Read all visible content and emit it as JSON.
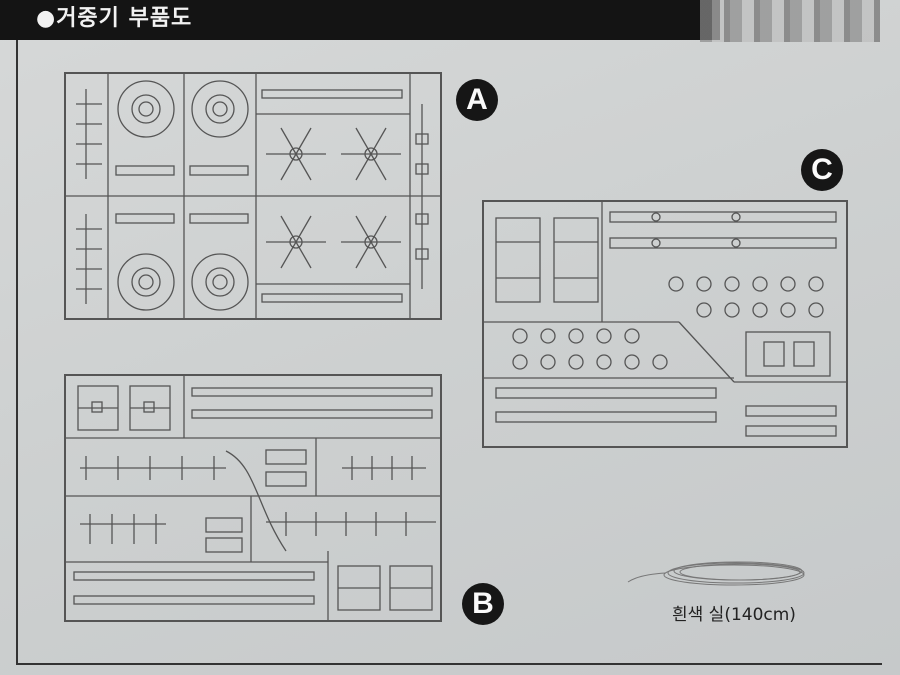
{
  "header": {
    "title": "●거중기 부품도"
  },
  "panels": [
    {
      "id": "A",
      "label": "A"
    },
    {
      "id": "B",
      "label": "B"
    },
    {
      "id": "C",
      "label": "C"
    }
  ],
  "accessory": {
    "label": "흰색 실(140cm)"
  },
  "colors": {
    "header_bg": "#141414",
    "badge_bg": "#161616",
    "line": "#555555",
    "paper": "#cfd2d2"
  }
}
